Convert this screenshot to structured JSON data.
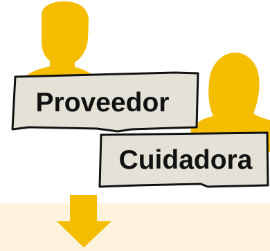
{
  "roles": {
    "provider": {
      "label": "Proveedor",
      "icon": "male-person-icon"
    },
    "caregiver": {
      "label": "Cuidadora",
      "icon": "female-person-icon"
    }
  },
  "arrow": {
    "direction": "down",
    "icon": "down-arrow-icon"
  },
  "colors": {
    "figure": "#f5bd00",
    "label_background": "#e4e2d6",
    "label_border": "#111111",
    "label_text": "#111111",
    "arrow": "#f5bd00",
    "bottom_band": "#fdf3dd",
    "background": "#ffffff"
  }
}
